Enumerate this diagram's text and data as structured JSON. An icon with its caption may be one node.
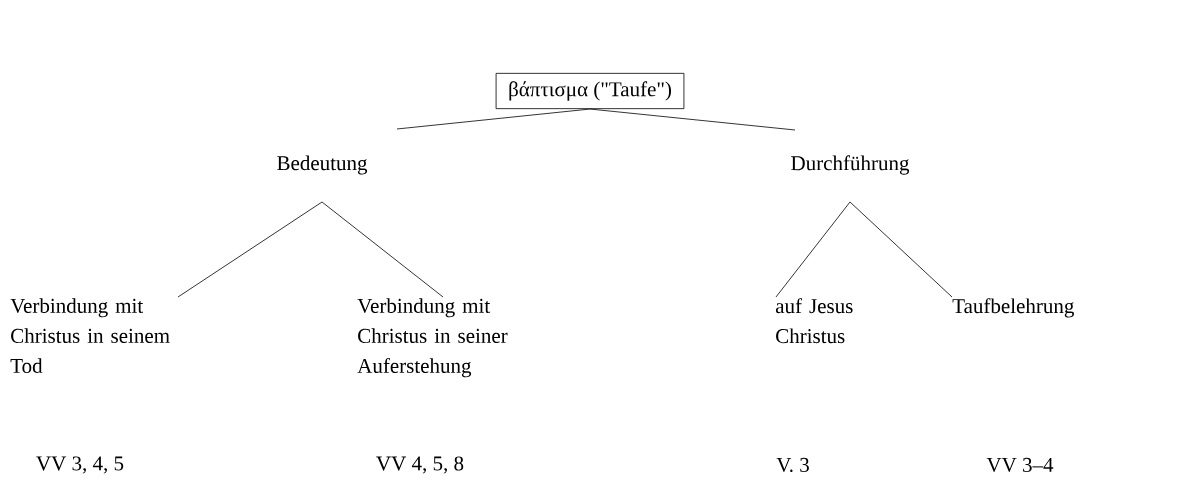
{
  "diagram": {
    "nodes": [
      {
        "text": [
          "βάπτισμα (\"Taufe\")"
        ]
      },
      {
        "text": [
          "Bedeutung"
        ]
      },
      {
        "text": [
          "Durchführung"
        ]
      },
      {
        "text": [
          "Verbindung mit Christus in seinem Tod"
        ],
        "beside": [
          "VV 3, 4, 5"
        ]
      },
      {
        "text": [
          "Verbindung mit Christus in seiner Auferstehung"
        ],
        "beside": [
          "VV 4, 5, 8"
        ]
      },
      {
        "text": [
          "auf Jesus Christus"
        ],
        "beside": [
          "V. 3"
        ]
      },
      {
        "text": [
          "Taufbelehrung"
        ],
        "beside": [
          "VV 3–4"
        ]
      }
    ],
    "edges": [
      {
        "from": 0,
        "to": 1,
        "arrow": "none"
      },
      {
        "from": 0,
        "to": 2,
        "arrow": "none"
      },
      {
        "from": 1,
        "to": 3,
        "arrow": "none"
      },
      {
        "from": 1,
        "to": 4,
        "arrow": "none"
      },
      {
        "from": 2,
        "to": 5,
        "arrow": "none"
      },
      {
        "from": 2,
        "to": 6,
        "arrow": "none"
      }
    ]
  }
}
